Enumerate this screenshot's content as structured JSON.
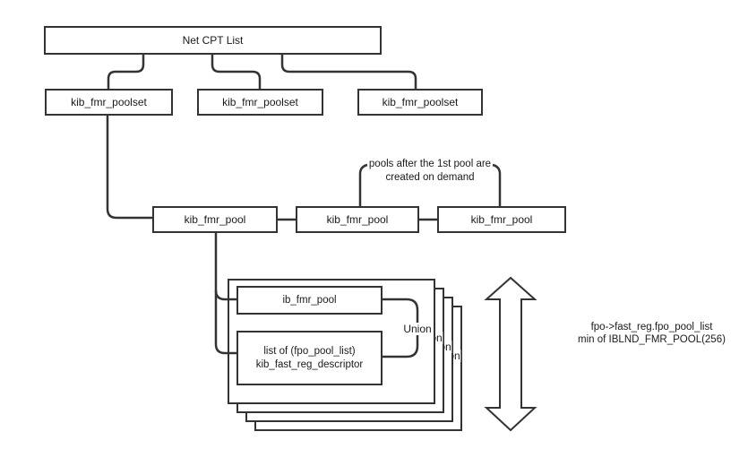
{
  "diagram": {
    "net_cpt_label": "Net CPT List",
    "poolset_boxes": [
      "kib_fmr_poolset",
      "kib_fmr_poolset",
      "kib_fmr_poolset"
    ],
    "pool_boxes": [
      "kib_fmr_pool",
      "kib_fmr_pool",
      "kib_fmr_pool"
    ],
    "annotation": {
      "line1": "pools after the 1st pool are",
      "line2": "created on demand"
    },
    "stack": {
      "ib_pool_label": "ib_fmr_pool",
      "list_box_line1": "list of (fpo_pool_list)",
      "list_box_line2": "kib_fast_reg_descriptor",
      "union_label": "Union"
    },
    "side_note": {
      "line1": "fpo->fast_reg.fpo_pool_list",
      "line2": "min of IBLND_FMR_POOL(256)"
    },
    "colors": {
      "line": "#333333",
      "text": "#1a1a1a",
      "background": "#ffffff"
    }
  }
}
